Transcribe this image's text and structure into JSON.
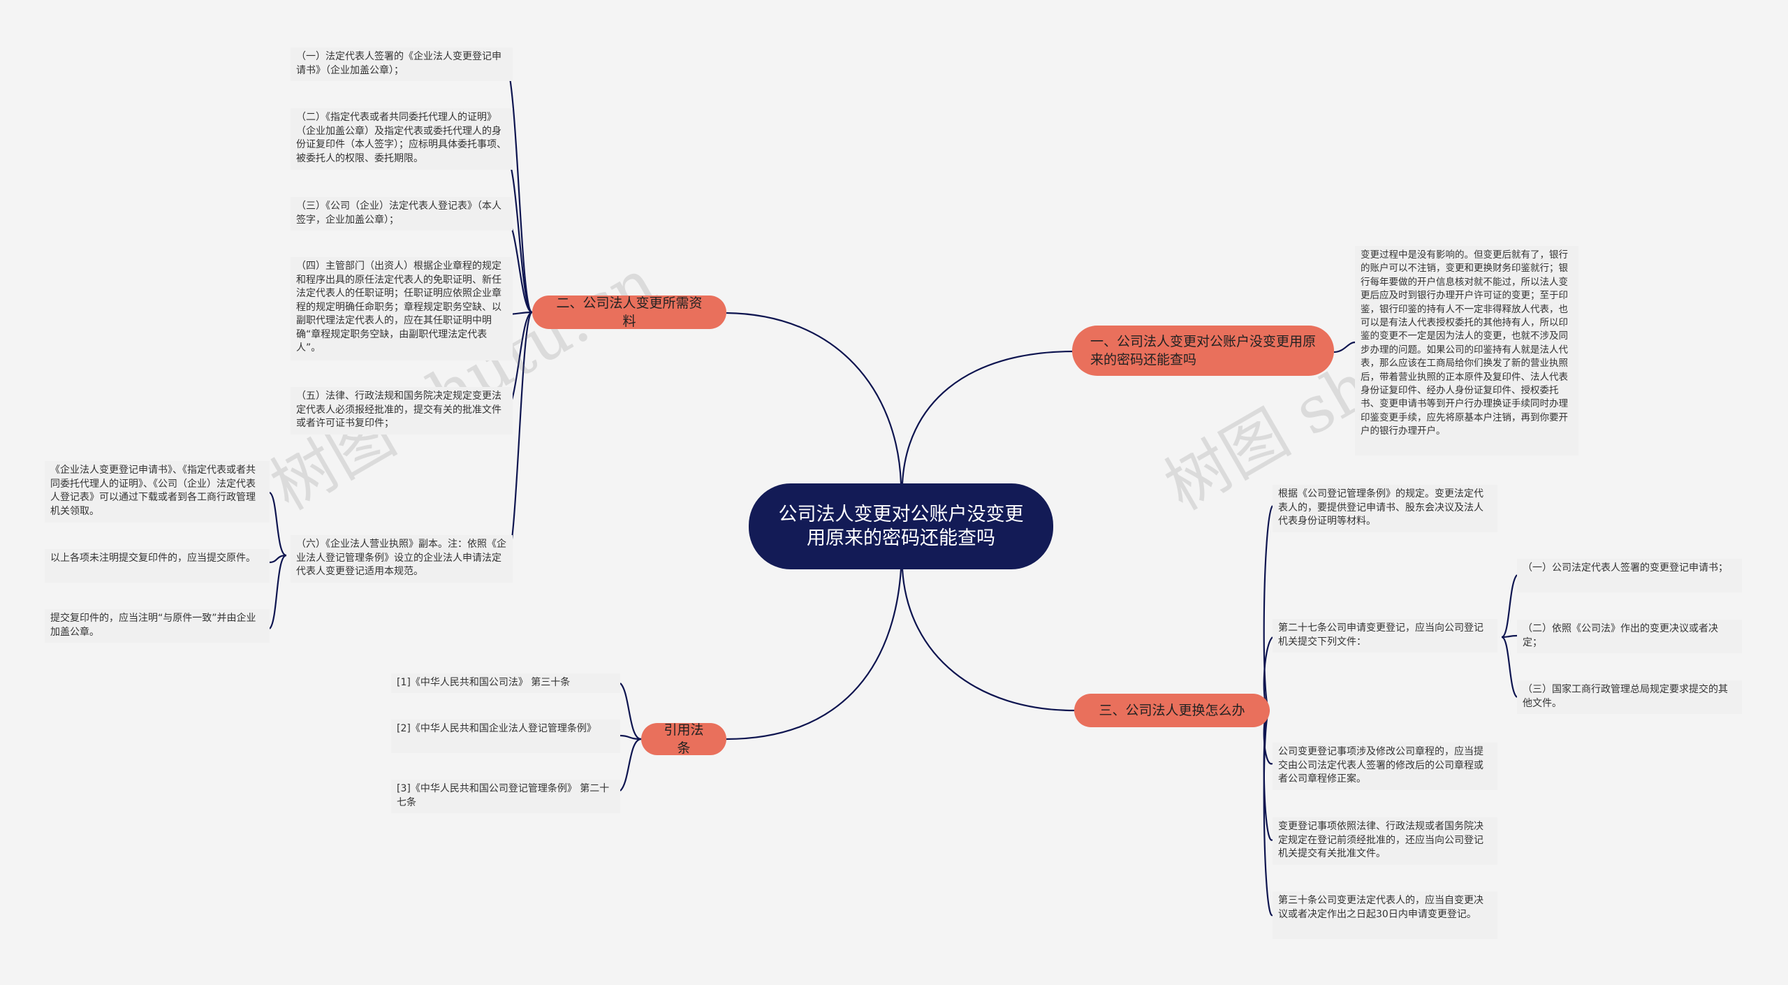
{
  "center": {
    "title": "公司法人变更对公账户没变更用原来的密码还能查吗"
  },
  "branches": {
    "materials": {
      "label": "二、公司法人变更所需资料",
      "items": [
        "（一）法定代表人签署的《企业法人变更登记申请书》（企业加盖公章）；",
        "（二）《指定代表或者共同委托代理人的证明》（企业加盖公章）及指定代表或委托代理人的身份证复印件（本人签字）；应标明具体委托事项、被委托人的权限、委托期限。",
        "（三）《公司（企业）法定代表人登记表》（本人签字，企业加盖公章）；",
        "（四）主管部门（出资人）根据企业章程的规定和程序出具的原任法定代表人的免职证明、新任法定代表人的任职证明；任职证明应依照企业章程的规定明确任命职务；章程规定职务空缺、以副职代理法定代表人的，应在其任职证明中明确“章程规定职务空缺，由副职代理法定代表人”。",
        "（五）法律、行政法规和国务院决定规定变更法定代表人必须报经批准的，提交有关的批准文件或者许可证书复印件；",
        "（六）《企业法人营业执照》副本。注：依照《企业法人登记管理条例》设立的企业法人申请法定代表人变更登记适用本规范。"
      ],
      "subitems": [
        "《企业法人变更登记申请书》、《指定代表或者共同委托代理人的证明》、《公司（企业）法定代表人登记表》可以通过下载或者到各工商行政管理机关领取。",
        "以上各项未注明提交复印件的，应当提交原件。",
        "提交复印件的，应当注明“与原件一致”并由企业加盖公章。"
      ]
    },
    "account": {
      "label": "一、公司法人变更对公账户没变更用原来的密码还能查吗",
      "text": "变更过程中是没有影响的。但变更后就有了，银行的账户可以不注销，变更和更换财务印鉴就行；银行每年要做的开户信息核对就不能过，所以法人变更后应及时到银行办理开户许可证的变更；至于印鉴，银行印鉴的持有人不一定非得释放人代表，也可以是有法人代表授权委托的其他持有人，所以印鉴的变更不一定是因为法人的变更，也就不涉及同步办理的问题。如果公司的印鉴持有人就是法人代表，那么应该在工商局给你们换发了新的营业执照后，带着营业执照的正本原件及复印件、法人代表身份证复印件、经办人身份证复印件、授权委托书、变更申请书等到开户行办理换证手续同时办理印鉴变更手续，应先将原基本户注销，再到你要开户的银行办理开户。"
    },
    "how": {
      "label": "三、公司法人更换怎么办",
      "items": [
        "根据《公司登记管理条例》的规定。变更法定代表人的，要提供登记申请书、股东会决议及法人代表身份证明等材料。",
        "第二十七条公司申请变更登记，应当向公司登记机关提交下列文件：",
        "公司变更登记事项涉及修改公司章程的，应当提交由公司法定代表人签署的修改后的公司章程或者公司章程修正案。",
        "变更登记事项依照法律、行政法规或者国务院决定规定在登记前须经批准的，还应当向公司登记机关提交有关批准文件。",
        "第三十条公司变更法定代表人的，应当自变更决议或者决定作出之日起30日内申请变更登记。"
      ],
      "subitems": [
        "（一）公司法定代表人签署的变更登记申请书；",
        "（二）依照《公司法》作出的变更决议或者决定；",
        "（三）国家工商行政管理总局规定要求提交的其他文件。"
      ]
    },
    "laws": {
      "label": "引用法条",
      "items": [
        "[1]《中华人民共和国公司法》 第三十条",
        "[2]《中华人民共和国企业法人登记管理条例》",
        "[3]《中华人民共和国公司登记管理条例》 第二十七条"
      ]
    }
  },
  "watermark": "树图 shutu.cn",
  "colors": {
    "center": "#131b56",
    "branch": "#e9705c",
    "line": "#0e1550",
    "leaf": "#f0f0f0",
    "background": "#f4f4f4"
  }
}
